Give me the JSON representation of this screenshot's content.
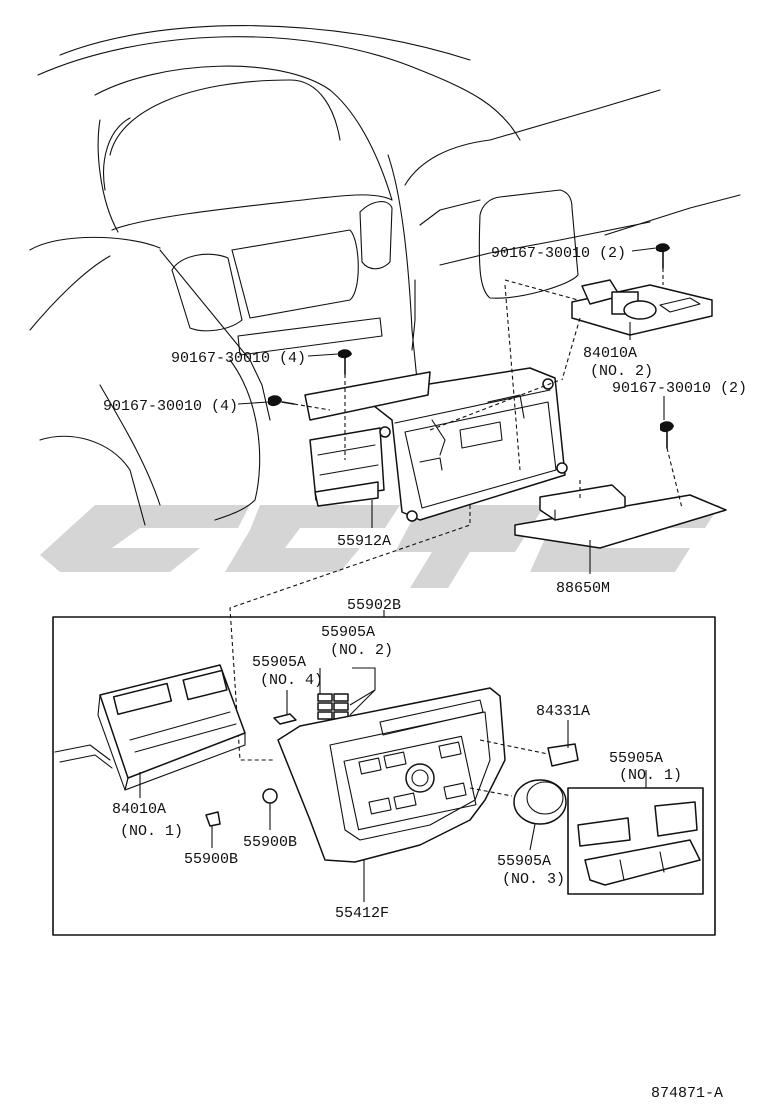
{
  "diagram_number": "874871-A",
  "callouts": {
    "screw_top_right": "90167-30010 (2)",
    "screw_left_upper": "90167-30010 (4)",
    "screw_left_lower": "90167-30010 (4)",
    "screw_right_lower": "90167-30010 (2)",
    "module_84010A_no2": [
      "84010A",
      "(NO. 2)"
    ],
    "bracket_55912A": "55912A",
    "plate_88650M": "88650M",
    "assembly_55902B": "55902B",
    "knob_55905A_no2": [
      "55905A",
      "(NO. 2)"
    ],
    "knob_55905A_no4": [
      "55905A",
      "(NO. 4)"
    ],
    "switch_84331A": "84331A",
    "knob_55905A_no1": [
      "55905A",
      "(NO. 1)"
    ],
    "module_84010A_no1": [
      "84010A",
      "(NO. 1)"
    ],
    "clip_55900B_a": "55900B",
    "clip_55900B_b": "55900B",
    "knob_55905A_no3": [
      "55905A",
      "(NO. 3)"
    ],
    "panel_55412F": "55412F"
  }
}
